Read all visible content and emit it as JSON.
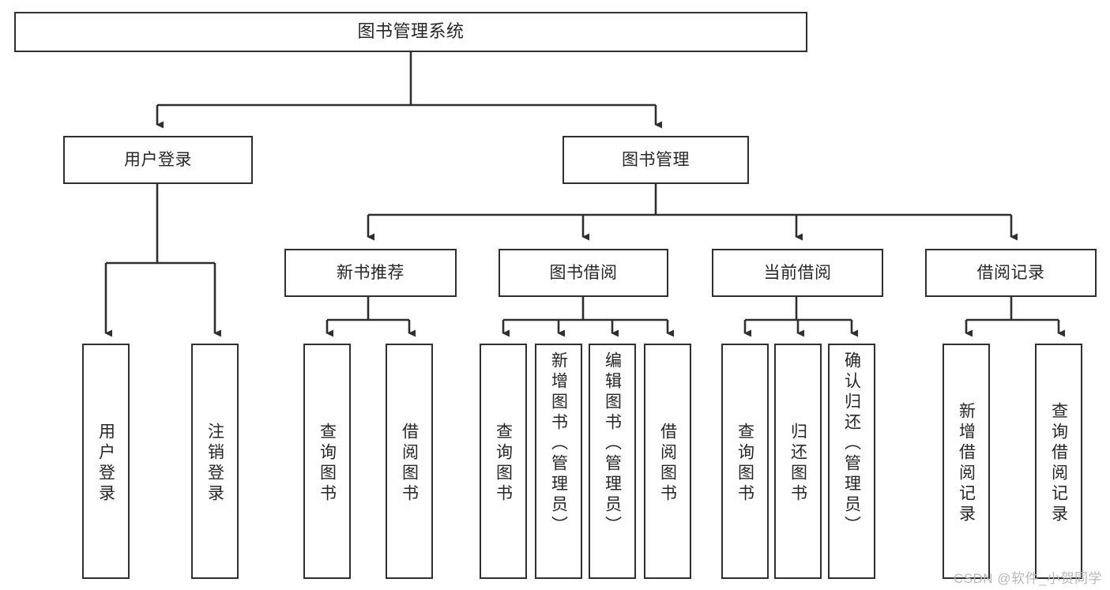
{
  "diagram": {
    "title": "图书管理系统",
    "type": "tree-hierarchy-chart",
    "orientation": "top-down",
    "colors": {
      "border": "#2f2f2f",
      "text": "#262626",
      "background": "#ffffff",
      "watermark": "#b8b8b8"
    },
    "root": {
      "label": "图书管理系统"
    },
    "level2": [
      {
        "label": "用户登录"
      },
      {
        "label": "图书管理"
      }
    ],
    "level3": [
      {
        "label": "新书推荐"
      },
      {
        "label": "图书借阅"
      },
      {
        "label": "当前借阅"
      },
      {
        "label": "借阅记录"
      }
    ],
    "leaves": {
      "user_login": [
        {
          "label": "用户登录"
        },
        {
          "label": "注销登录"
        }
      ],
      "new_book_recommend": [
        {
          "label": "查询图书"
        },
        {
          "label": "借阅图书"
        }
      ],
      "book_borrow": [
        {
          "label": "查询图书"
        },
        {
          "label": "新增图书（管理员）"
        },
        {
          "label": "编辑图书（管理员）"
        },
        {
          "label": "借阅图书"
        }
      ],
      "current_borrow": [
        {
          "label": "查询图书"
        },
        {
          "label": "归还图书"
        },
        {
          "label": "确认归还（管理员）"
        }
      ],
      "borrow_record": [
        {
          "label": "新增借阅记录"
        },
        {
          "label": "查询借阅记录"
        }
      ]
    }
  },
  "watermark": {
    "text": "CSDN @软件_小贺同学"
  }
}
